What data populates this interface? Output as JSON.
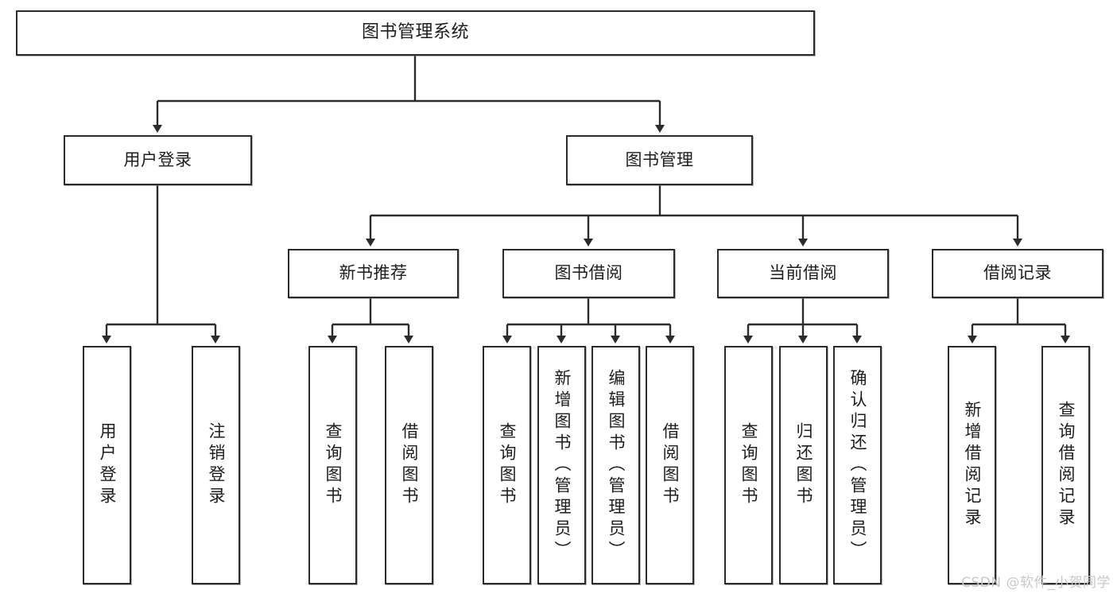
{
  "diagram": {
    "title": "图书管理系统",
    "type": "tree-hierarchy",
    "colors": {
      "box_border": "#2b2b2b",
      "box_fill": "#ffffff",
      "connector": "#2b2b2b",
      "text": "#1d1d1d",
      "watermark": "#c9c9c9"
    },
    "root": {
      "label": "图书管理系统"
    },
    "level2": [
      {
        "label": "用户登录"
      },
      {
        "label": "图书管理"
      }
    ],
    "level3": [
      {
        "label": "新书推荐"
      },
      {
        "label": "图书借阅"
      },
      {
        "label": "当前借阅"
      },
      {
        "label": "借阅记录"
      }
    ],
    "leaves": {
      "user_login": [
        {
          "label": "用户登录"
        },
        {
          "label": "注销登录"
        }
      ],
      "new_book": [
        {
          "label": "查询图书"
        },
        {
          "label": "借阅图书"
        }
      ],
      "book_borrow": [
        {
          "label": "查询图书"
        },
        {
          "label": "新增图书（管理员）"
        },
        {
          "label": "编辑图书（管理员）"
        },
        {
          "label": "借阅图书"
        }
      ],
      "current_borrow": [
        {
          "label": "查询图书"
        },
        {
          "label": "归还图书"
        },
        {
          "label": "确认归还（管理员）"
        }
      ],
      "borrow_record": [
        {
          "label": "新增借阅记录"
        },
        {
          "label": "查询借阅记录"
        }
      ]
    }
  },
  "watermark": {
    "text": "CSDN @软件_小贺同学"
  }
}
